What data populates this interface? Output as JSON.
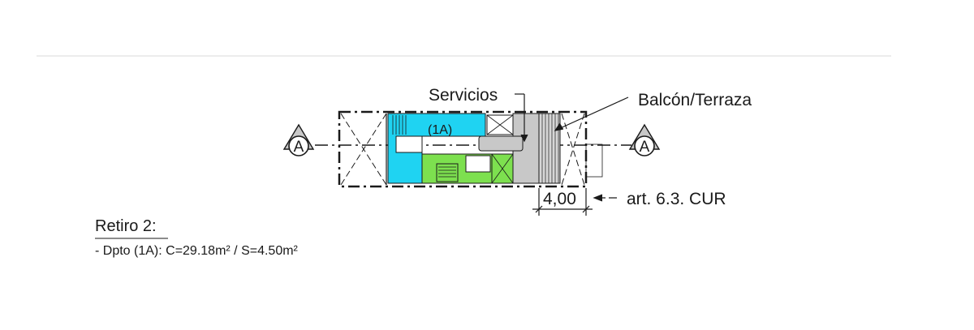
{
  "drawing": {
    "section_marker_left": "A",
    "section_marker_right": "A",
    "unit_label": "(1A)",
    "servicios_label": "Servicios",
    "balcon_label": "Balcón/Terraza",
    "dimension_value": "4,00",
    "article_label": "art. 6.3. CUR"
  },
  "legend": {
    "title": "Retiro 2:",
    "line1": "- Dpto (1A): C=29.18m² / S=4.50m²"
  },
  "colors": {
    "unit_fill": "#1fd3f2",
    "stair_fill": "#7de04f",
    "services_fill": "#c8c8c8",
    "line": "#1a1a1a"
  }
}
